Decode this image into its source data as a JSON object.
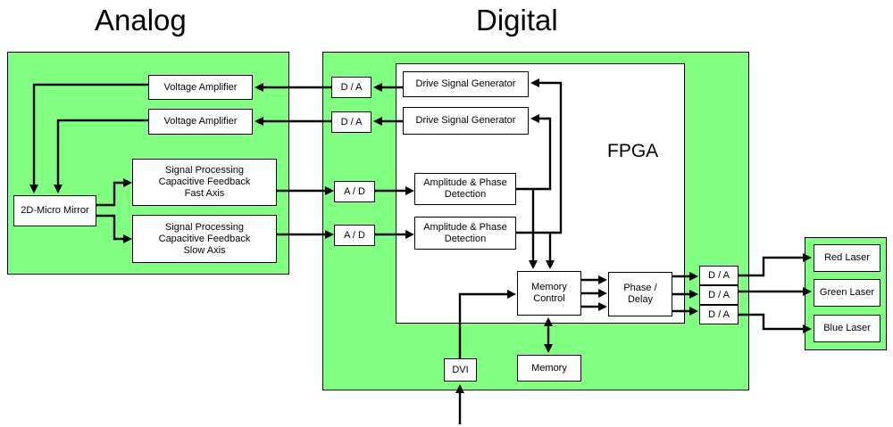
{
  "titles": {
    "analog": "Analog",
    "digital": "Digital"
  },
  "fpga_label": "FPGA",
  "blocks": {
    "voltage_amp_1": "Voltage Amplifier",
    "voltage_amp_2": "Voltage Amplifier",
    "signal_proc_fast": "Signal Processing\nCapacitive Feedback\nFast Axis",
    "signal_proc_slow": "Signal Processing\nCapacitive Feedback\nSlow Axis",
    "micro_mirror": "2D-Micro Mirror",
    "da_top_1": "D / A",
    "da_top_2": "D / A",
    "ad_1": "A / D",
    "ad_2": "A / D",
    "drive_gen_1": "Drive Signal Generator",
    "drive_gen_2": "Drive Signal Generator",
    "amp_phase_1": "Amplitude & Phase\nDetection",
    "amp_phase_2": "Amplitude & Phase\nDetection",
    "memory_control": "Memory\nControl",
    "phase_delay": "Phase /\nDelay",
    "memory": "Memory",
    "dvi": "DVI",
    "da_out_1": "D / A",
    "da_out_2": "D / A",
    "da_out_3": "D / A",
    "red_laser": "Red Laser",
    "green_laser": "Green Laser",
    "blue_laser": "Blue Laser"
  },
  "colors": {
    "panel_fill": "#80ff80",
    "line": "#000000",
    "box_fill": "#ffffff"
  }
}
